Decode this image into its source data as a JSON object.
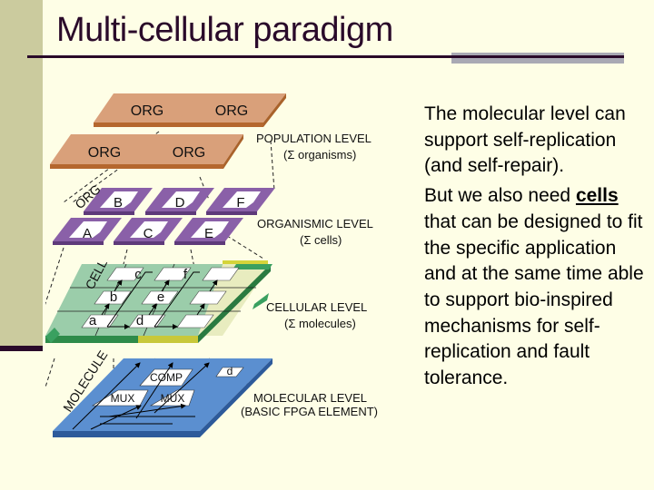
{
  "slide": {
    "title": "Multi-cellular paradigm",
    "colors": {
      "background": "#fefee6",
      "sidebar": "#cbcb9e",
      "title_text": "#2a0a2a",
      "rule_accent": "#a9a9b4"
    }
  },
  "diagram": {
    "population_level": {
      "label": "POPULATION LEVEL",
      "sublabel": "(Σ organisms)",
      "tiles": [
        "ORG",
        "ORG",
        "ORG",
        "ORG"
      ],
      "color": "#d9a07a"
    },
    "organismic_level": {
      "label": "ORGANISMIC LEVEL",
      "sublabel": "(Σ cells)",
      "side_label": "ORG",
      "tiles": [
        "A",
        "B",
        "C",
        "D",
        "E",
        "F"
      ],
      "color": "#8a60a8"
    },
    "cellular_level": {
      "label": "CELLULAR LEVEL",
      "sublabel": "(Σ molecules)",
      "side_label": "CELL",
      "cells": [
        "a",
        "b",
        "c",
        "d",
        "e",
        "f"
      ],
      "color": "#3aa060"
    },
    "molecular_level": {
      "label": "MOLECULAR LEVEL",
      "sublabel": "(BASIC FPGA ELEMENT)",
      "side_label": "MOLECULE",
      "blocks": [
        "COMP",
        "MUX",
        "MUX",
        "d"
      ],
      "color": "#5b8fd0"
    }
  },
  "body": {
    "paragraph1": "The molecular level can support self-replication (and self-repair).",
    "paragraph2_before": "But we also need ",
    "paragraph2_emphasis": "cells",
    "paragraph2_after": " that can be designed to fit the specific application and at the same time able to support bio-inspired mechanisms for self-replication and fault tolerance."
  }
}
